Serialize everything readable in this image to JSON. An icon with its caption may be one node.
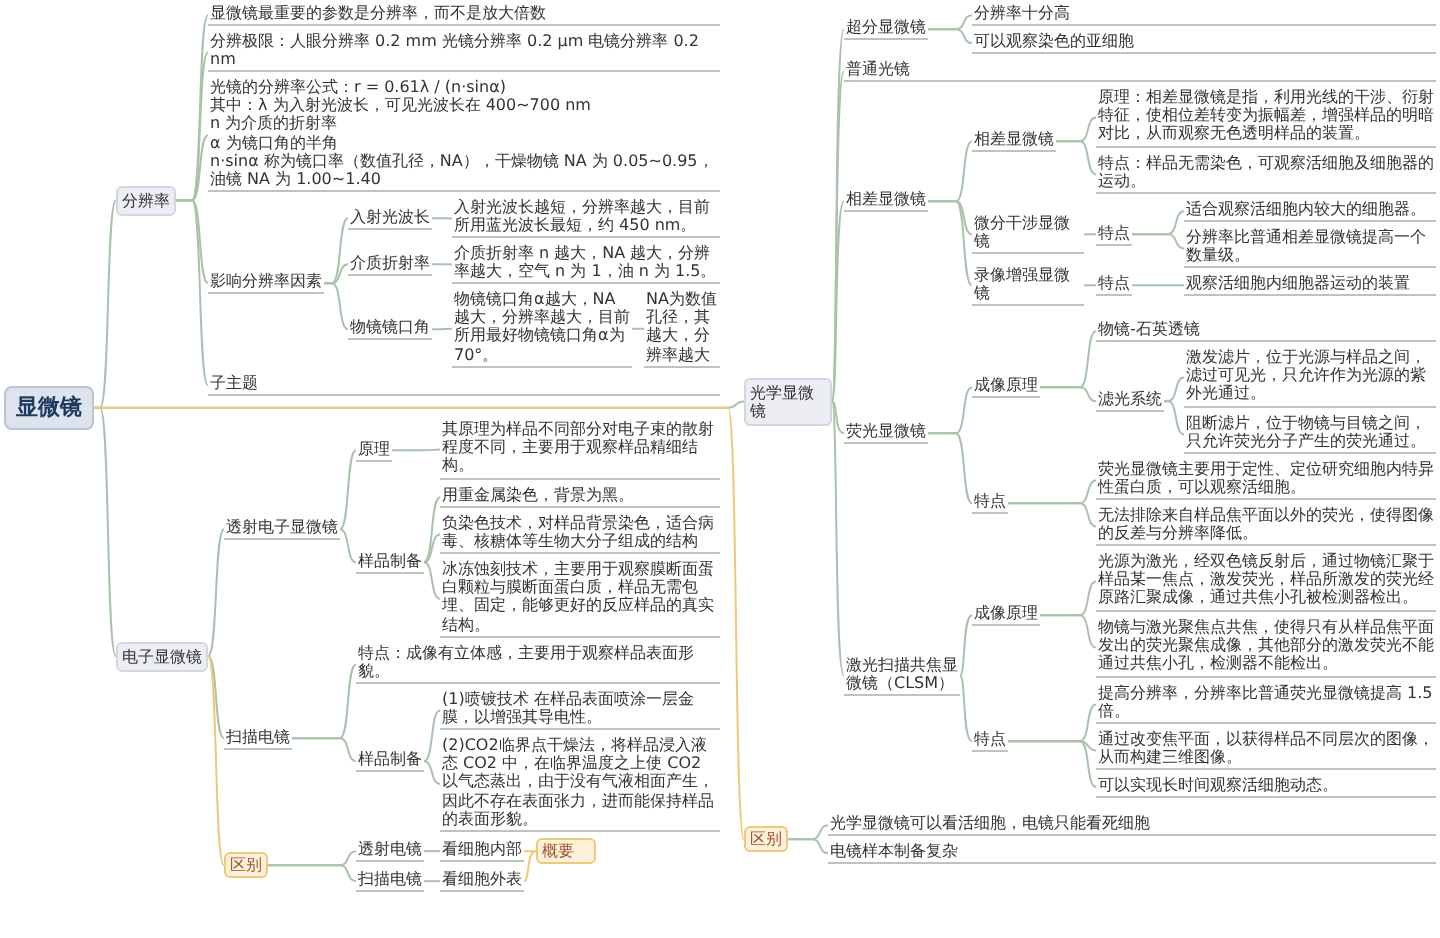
{
  "diagram": {
    "nodes": [
      {
        "text": [
          "显微镜"
        ]
      },
      {
        "text": [
          "分辨率"
        ]
      },
      {
        "text": [
          "显微镜最重要的参数是分辨率，而不是放大倍数"
        ]
      },
      {
        "text": [
          "分辨极限：人眼分辨率 0.2 mm 光镜分辨率 0.2 μm 电镜分辨率 0.2 nm"
        ]
      },
      {
        "text": [
          "光镜的分辨率公式：r = 0.61λ / (n·sinα)",
          "其中：λ 为入射光波长，可见光波长在 400~700 nm",
          "n 为介质的折射率",
          "α 为镜口角的半角",
          "n·sinα 称为镜口率（数值孔径，NA），干燥物镜 NA 为 0.05~0.95，油镜 NA 为 1.00~1.40"
        ]
      },
      {
        "text": [
          "影响分辨率因素"
        ]
      },
      {
        "text": [
          "入射光波长"
        ]
      },
      {
        "text": [
          "入射光波长越短，分辨率越大，目前所用蓝光波长最短，约 450 nm。"
        ]
      },
      {
        "text": [
          "介质折射率"
        ]
      },
      {
        "text": [
          "介质折射率 n 越大，NA 越大，分辨率越大，空气 n 为 1，油 n 为 1.5。"
        ]
      },
      {
        "text": [
          "物镜镜口角"
        ]
      },
      {
        "text": [
          "物镜镜口角α越大，NA 越大，分辨率越大，目前所用最好物镜镜口角α为 70°。"
        ]
      },
      {
        "text": [
          "NA为数值孔径，其越大，分辨率越大"
        ]
      },
      {
        "text": [
          "子主题"
        ]
      },
      {
        "text": [
          "光学显微镜"
        ]
      },
      {
        "text": [
          "超分显微镜"
        ]
      },
      {
        "text": [
          "分辨率十分高"
        ]
      },
      {
        "text": [
          "可以观察染色的亚细胞"
        ]
      },
      {
        "text": [
          "普通光镜"
        ]
      },
      {
        "text": [
          "相差显微镜"
        ]
      },
      {
        "text": [
          "相差显微镜"
        ]
      },
      {
        "text": [
          "原理：相差显微镜是指，利用光线的干涉、衍射特征，使相位差转变为振幅差，增强样品的明暗对比，从而观察无色透明样品的装置。"
        ]
      },
      {
        "text": [
          "特点：样品无需染色，可观察活细胞及细胞器的运动。"
        ]
      },
      {
        "text": [
          "微分干涉显微镜"
        ]
      },
      {
        "text": [
          "特点"
        ]
      },
      {
        "text": [
          "适合观察活细胞内较大的细胞器。"
        ]
      },
      {
        "text": [
          "分辨率比普通相差显微镜提高一个数量级。"
        ]
      },
      {
        "text": [
          "录像增强显微镜"
        ]
      },
      {
        "text": [
          "特点"
        ]
      },
      {
        "text": [
          "观察活细胞内细胞器运动的装置"
        ]
      },
      {
        "text": [
          "荧光显微镜"
        ]
      },
      {
        "text": [
          "成像原理"
        ]
      },
      {
        "text": [
          "物镜-石英透镜"
        ]
      },
      {
        "text": [
          "滤光系统"
        ]
      },
      {
        "text": [
          "激发滤片，位于光源与样品之间，滤过可见光，只允许作为光源的紫外光通过。"
        ]
      },
      {
        "text": [
          "阻断滤片，位于物镜与目镜之间，只允许荧光分子产生的荧光通过。"
        ]
      },
      {
        "text": [
          "特点"
        ]
      },
      {
        "text": [
          "荧光显微镜主要用于定性、定位研究细胞内特异性蛋白质，可以观察活细胞。"
        ]
      },
      {
        "text": [
          "无法排除来自样品焦平面以外的荧光，使得图像的反差与分辨率降低。"
        ]
      },
      {
        "text": [
          "激光扫描共焦显微镜（CLSM）"
        ]
      },
      {
        "text": [
          "成像原理"
        ]
      },
      {
        "text": [
          "光源为激光，经双色镜反射后，通过物镜汇聚于样品某一焦点，激发荧光，样品所激发的荧光经原路汇聚成像，通过共焦小孔被检测器检出。"
        ]
      },
      {
        "text": [
          "物镜与激光聚焦点共焦，使得只有从样品焦平面发出的荧光聚焦成像，其他部分的激发荧光不能通过共焦小孔，检测器不能检出。"
        ]
      },
      {
        "text": [
          "特点"
        ]
      },
      {
        "text": [
          "提高分辨率，分辨率比普通荧光显微镜提高 1.5 倍。"
        ]
      },
      {
        "text": [
          "通过改变焦平面，以获得样品不同层次的图像，从而构建三维图像。"
        ]
      },
      {
        "text": [
          "可以实现长时间观察活细胞动态。"
        ]
      },
      {
        "text": [
          "电子显微镜"
        ]
      },
      {
        "text": [
          "透射电子显微镜"
        ]
      },
      {
        "text": [
          "原理"
        ]
      },
      {
        "text": [
          "其原理为样品不同部分对电子束的散射程度不同，主要用于观察样品精细结构。"
        ]
      },
      {
        "text": [
          "样品制备"
        ]
      },
      {
        "text": [
          "用重金属染色，背景为黑。"
        ]
      },
      {
        "text": [
          "负染色技术，对样品背景染色，适合病毒、核糖体等生物大分子组成的结构"
        ]
      },
      {
        "text": [
          "冰冻蚀刻技术，主要用于观察膜断面蛋白颗粒与膜断面蛋白质，样品无需包埋、固定，能够更好的反应样品的真实结构。"
        ]
      },
      {
        "text": [
          "扫描电镜"
        ]
      },
      {
        "text": [
          "特点：成像有立体感，主要用于观察样品表面形貌。"
        ]
      },
      {
        "text": [
          "样品制备"
        ]
      },
      {
        "text": [
          "(1)喷镀技术 在样品表面喷涂一层金膜，以增强其导电性。"
        ]
      },
      {
        "text": [
          "(2)CO2临界点干燥法，将样品浸入液态 CO2 中，在临界温度之上使 CO2 以气态蒸出，由于没有气液相面产生，因此不存在表面张力，进而能保持样品的表面形貌。"
        ]
      },
      {
        "text": [
          "区别"
        ]
      },
      {
        "text": [
          "透射电镜"
        ]
      },
      {
        "text": [
          "看细胞内部"
        ]
      },
      {
        "text": [
          "扫描电镜"
        ]
      },
      {
        "text": [
          "看细胞外表"
        ]
      },
      {
        "text": [
          "概要"
        ]
      },
      {
        "text": [
          "区别"
        ]
      },
      {
        "text": [
          "光学显微镜可以看活细胞，电镜只能看死细胞"
        ]
      },
      {
        "text": [
          "电镜样本制备复杂"
        ]
      }
    ],
    "edges": [
      {
        "from": 0,
        "to": 1,
        "arrow": "none"
      },
      {
        "from": 1,
        "to": 2,
        "arrow": "none"
      },
      {
        "from": 1,
        "to": 3,
        "arrow": "none"
      },
      {
        "from": 1,
        "to": 4,
        "arrow": "none"
      },
      {
        "from": 1,
        "to": 5,
        "arrow": "none"
      },
      {
        "from": 5,
        "to": 6,
        "arrow": "none"
      },
      {
        "from": 6,
        "to": 7,
        "arrow": "none"
      },
      {
        "from": 5,
        "to": 8,
        "arrow": "none"
      },
      {
        "from": 8,
        "to": 9,
        "arrow": "none"
      },
      {
        "from": 5,
        "to": 10,
        "arrow": "none"
      },
      {
        "from": 10,
        "to": 11,
        "arrow": "none"
      },
      {
        "from": 11,
        "to": 12,
        "arrow": "none"
      },
      {
        "from": 1,
        "to": 13,
        "arrow": "none"
      },
      {
        "from": 0,
        "to": 14,
        "arrow": "none"
      },
      {
        "from": 14,
        "to": 15,
        "arrow": "none"
      },
      {
        "from": 15,
        "to": 16,
        "arrow": "none"
      },
      {
        "from": 15,
        "to": 17,
        "arrow": "none"
      },
      {
        "from": 14,
        "to": 18,
        "arrow": "none"
      },
      {
        "from": 14,
        "to": 19,
        "arrow": "none"
      },
      {
        "from": 19,
        "to": 20,
        "arrow": "none"
      },
      {
        "from": 20,
        "to": 21,
        "arrow": "none"
      },
      {
        "from": 20,
        "to": 22,
        "arrow": "none"
      },
      {
        "from": 19,
        "to": 23,
        "arrow": "none"
      },
      {
        "from": 23,
        "to": 24,
        "arrow": "none"
      },
      {
        "from": 24,
        "to": 25,
        "arrow": "none"
      },
      {
        "from": 24,
        "to": 26,
        "arrow": "none"
      },
      {
        "from": 19,
        "to": 27,
        "arrow": "none"
      },
      {
        "from": 27,
        "to": 28,
        "arrow": "none"
      },
      {
        "from": 28,
        "to": 29,
        "arrow": "none"
      },
      {
        "from": 14,
        "to": 30,
        "arrow": "none"
      },
      {
        "from": 30,
        "to": 31,
        "arrow": "none"
      },
      {
        "from": 31,
        "to": 32,
        "arrow": "none"
      },
      {
        "from": 31,
        "to": 33,
        "arrow": "none"
      },
      {
        "from": 33,
        "to": 34,
        "arrow": "none"
      },
      {
        "from": 33,
        "to": 35,
        "arrow": "none"
      },
      {
        "from": 30,
        "to": 36,
        "arrow": "none"
      },
      {
        "from": 36,
        "to": 37,
        "arrow": "none"
      },
      {
        "from": 36,
        "to": 38,
        "arrow": "none"
      },
      {
        "from": 14,
        "to": 39,
        "arrow": "none"
      },
      {
        "from": 39,
        "to": 40,
        "arrow": "none"
      },
      {
        "from": 40,
        "to": 41,
        "arrow": "none"
      },
      {
        "from": 40,
        "to": 42,
        "arrow": "none"
      },
      {
        "from": 39,
        "to": 43,
        "arrow": "none"
      },
      {
        "from": 43,
        "to": 44,
        "arrow": "none"
      },
      {
        "from": 43,
        "to": 45,
        "arrow": "none"
      },
      {
        "from": 43,
        "to": 46,
        "arrow": "none"
      },
      {
        "from": 0,
        "to": 47,
        "arrow": "none"
      },
      {
        "from": 47,
        "to": 48,
        "arrow": "none"
      },
      {
        "from": 48,
        "to": 49,
        "arrow": "none"
      },
      {
        "from": 49,
        "to": 50,
        "arrow": "none"
      },
      {
        "from": 48,
        "to": 51,
        "arrow": "none"
      },
      {
        "from": 51,
        "to": 52,
        "arrow": "none"
      },
      {
        "from": 51,
        "to": 53,
        "arrow": "none"
      },
      {
        "from": 51,
        "to": 54,
        "arrow": "none"
      },
      {
        "from": 47,
        "to": 55,
        "arrow": "none"
      },
      {
        "from": 55,
        "to": 56,
        "arrow": "none"
      },
      {
        "from": 55,
        "to": 57,
        "arrow": "none"
      },
      {
        "from": 57,
        "to": 58,
        "arrow": "none"
      },
      {
        "from": 57,
        "to": 59,
        "arrow": "none"
      },
      {
        "from": 47,
        "to": 60,
        "arrow": "none",
        "color": "#f0c87a"
      },
      {
        "from": 60,
        "to": 61,
        "arrow": "none"
      },
      {
        "from": 61,
        "to": 62,
        "arrow": "none"
      },
      {
        "from": 60,
        "to": 63,
        "arrow": "none"
      },
      {
        "from": 63,
        "to": 64,
        "arrow": "none"
      },
      {
        "from": 62,
        "to": 65,
        "arrow": "none",
        "color": "#f0c87a"
      },
      {
        "from": 64,
        "to": 65,
        "arrow": "none",
        "color": "#f0c87a"
      },
      {
        "from": 0,
        "to": 66,
        "arrow": "none",
        "color": "#f0c87a"
      },
      {
        "from": 66,
        "to": 67,
        "arrow": "none"
      },
      {
        "from": 66,
        "to": 68,
        "arrow": "none"
      }
    ]
  }
}
